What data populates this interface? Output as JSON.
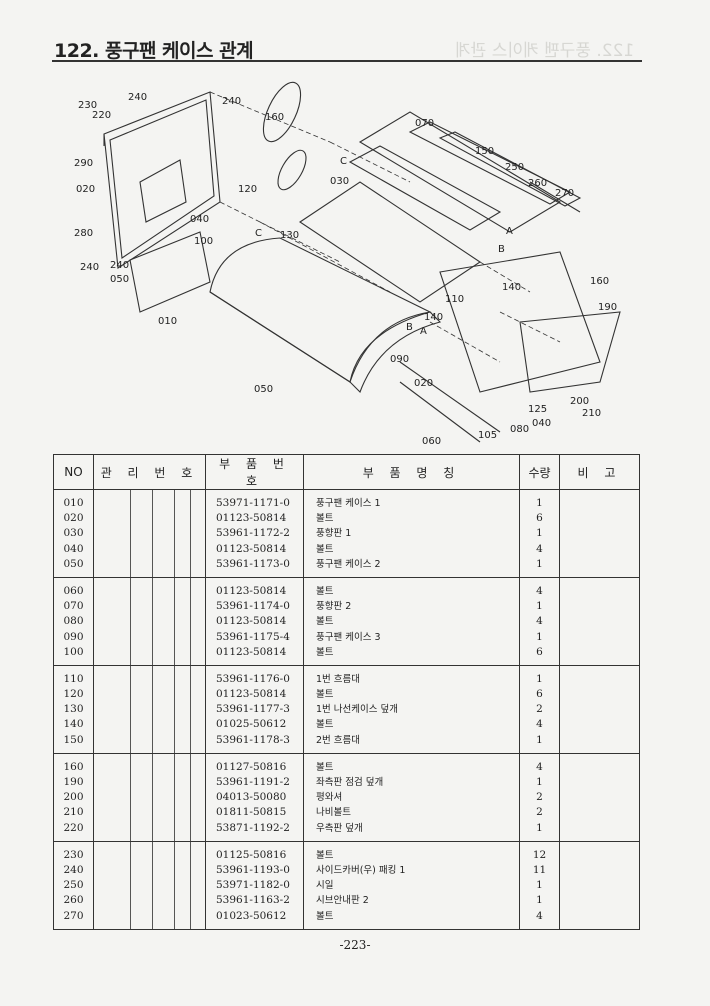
{
  "page": {
    "title": "122. 풍구팬 케이스 관계",
    "page_number": "-223-"
  },
  "diagram": {
    "labels": [
      "230",
      "220",
      "240",
      "240",
      "160",
      "290",
      "020",
      "280",
      "240",
      "240",
      "050",
      "010",
      "100",
      "040",
      "120",
      "130",
      "030",
      "070",
      "150",
      "250",
      "260",
      "270",
      "A",
      "B",
      "C",
      "C",
      "160",
      "190",
      "110",
      "140",
      "140",
      "A",
      "B",
      "090",
      "020",
      "050",
      "125",
      "200",
      "210",
      "080",
      "040",
      "105",
      "060"
    ]
  },
  "table": {
    "headers": {
      "no": "NO",
      "management_no": "관 리 번 호",
      "part_no": "부 품 번 호",
      "part_name": "부 품 명 칭",
      "qty": "수량",
      "remarks": "비 고"
    },
    "groups": [
      {
        "rows": [
          {
            "no": "010",
            "part_no": "53971-1171-0",
            "name": "풍구팬 케이스 1",
            "qty": "1"
          },
          {
            "no": "020",
            "part_no": "01123-50814",
            "name": "볼트",
            "qty": "6"
          },
          {
            "no": "030",
            "part_no": "53961-1172-2",
            "name": "풍향판 1",
            "qty": "1"
          },
          {
            "no": "040",
            "part_no": "01123-50814",
            "name": "볼트",
            "qty": "4"
          },
          {
            "no": "050",
            "part_no": "53961-1173-0",
            "name": "풍구팬 케이스 2",
            "qty": "1"
          }
        ]
      },
      {
        "rows": [
          {
            "no": "060",
            "part_no": "01123-50814",
            "name": "볼트",
            "qty": "4"
          },
          {
            "no": "070",
            "part_no": "53961-1174-0",
            "name": "풍향판 2",
            "qty": "1"
          },
          {
            "no": "080",
            "part_no": "01123-50814",
            "name": "볼트",
            "qty": "4"
          },
          {
            "no": "090",
            "part_no": "53961-1175-4",
            "name": "풍구팬 케이스 3",
            "qty": "1"
          },
          {
            "no": "100",
            "part_no": "01123-50814",
            "name": "볼트",
            "qty": "6"
          }
        ]
      },
      {
        "rows": [
          {
            "no": "110",
            "part_no": "53961-1176-0",
            "name": "1번 흐름대",
            "qty": "1"
          },
          {
            "no": "120",
            "part_no": "01123-50814",
            "name": "볼트",
            "qty": "6"
          },
          {
            "no": "130",
            "part_no": "53961-1177-3",
            "name": "1번 나선케이스 덮개",
            "qty": "2"
          },
          {
            "no": "140",
            "part_no": "01025-50612",
            "name": "볼트",
            "qty": "4"
          },
          {
            "no": "150",
            "part_no": "53961-1178-3",
            "name": "2번 흐름대",
            "qty": "1"
          }
        ]
      },
      {
        "rows": [
          {
            "no": "160",
            "part_no": "01127-50816",
            "name": "볼트",
            "qty": "4"
          },
          {
            "no": "190",
            "part_no": "53961-1191-2",
            "name": "좌측판 점검 덮개",
            "qty": "1"
          },
          {
            "no": "200",
            "part_no": "04013-50080",
            "name": "평와셔",
            "qty": "2"
          },
          {
            "no": "210",
            "part_no": "01811-50815",
            "name": "나비볼트",
            "qty": "2"
          },
          {
            "no": "220",
            "part_no": "53871-1192-2",
            "name": "우측판 덮개",
            "qty": "1"
          }
        ]
      },
      {
        "rows": [
          {
            "no": "230",
            "part_no": "01125-50816",
            "name": "볼트",
            "qty": "12"
          },
          {
            "no": "240",
            "part_no": "53961-1193-0",
            "name": "사이드카버(우) 패킹 1",
            "qty": "11"
          },
          {
            "no": "250",
            "part_no": "53971-1182-0",
            "name": "시일",
            "qty": "1"
          },
          {
            "no": "260",
            "part_no": "53961-1163-2",
            "name": "시브안내판 2",
            "qty": "1"
          },
          {
            "no": "270",
            "part_no": "01023-50612",
            "name": "볼트",
            "qty": "4"
          }
        ]
      }
    ]
  }
}
